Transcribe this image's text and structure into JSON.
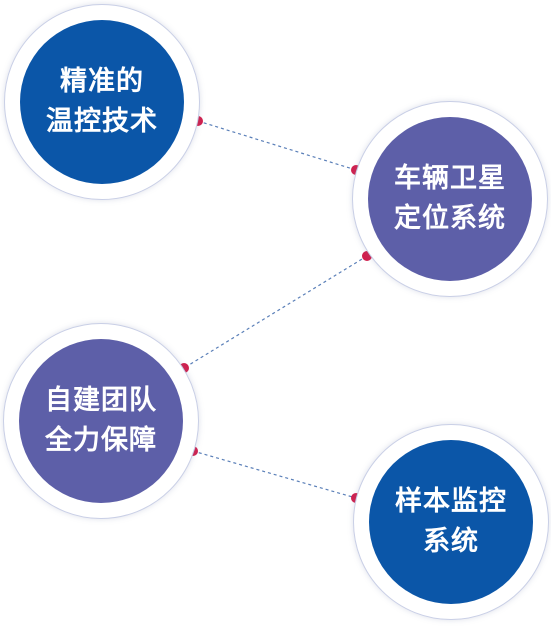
{
  "nodes": [
    {
      "line1": "精准的",
      "line2": "温控技术",
      "color": "#0b56a8"
    },
    {
      "line1": "车辆卫星",
      "line2": "定位系统",
      "color": "#5d5fa8"
    },
    {
      "line1": "自建团队",
      "line2": "全力保障",
      "color": "#5d5fa8"
    },
    {
      "line1": "样本监控",
      "line2": "系统",
      "color": "#0b56a8"
    }
  ],
  "connector_color": "#5a7fb8",
  "dot_color": "#d11f4d"
}
